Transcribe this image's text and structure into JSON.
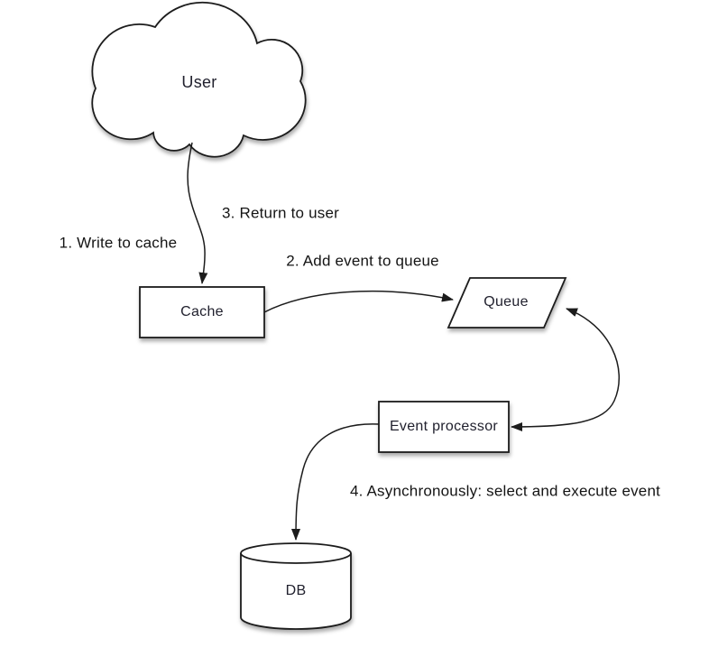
{
  "diagram": {
    "type": "flow-diagram",
    "description": "Write-behind cache event flow",
    "nodes": [
      {
        "id": "user",
        "label": "User",
        "shape": "cloud"
      },
      {
        "id": "cache",
        "label": "Cache",
        "shape": "rectangle"
      },
      {
        "id": "queue",
        "label": "Queue",
        "shape": "parallelogram"
      },
      {
        "id": "event_processor",
        "label": "Event processor",
        "shape": "rectangle"
      },
      {
        "id": "db",
        "label": "DB",
        "shape": "cylinder"
      }
    ],
    "edges": [
      {
        "from": "user",
        "to": "cache",
        "label": "1. Write to cache",
        "bidirectional": false
      },
      {
        "from": "cache",
        "to": "queue",
        "label": "2. Add event to queue",
        "bidirectional": false
      },
      {
        "from": "cache",
        "to": "user",
        "label": "3. Return to user",
        "bidirectional": false
      },
      {
        "from": "queue",
        "to": "event_processor",
        "label": "",
        "bidirectional": true
      },
      {
        "from": "event_processor",
        "to": "db",
        "label": "4. Asynchronously: select and execute event",
        "bidirectional": false
      }
    ]
  },
  "colors": {
    "background": "#ffffff",
    "stroke": "#1c1c1c",
    "node_fill": "#ffffff",
    "node_text": "#21212e",
    "edge_label_text": "#141414"
  }
}
